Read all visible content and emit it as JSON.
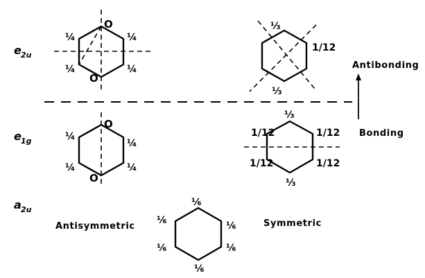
{
  "symmetry_labels": {
    "e2u": "e",
    "e2u_sub": "2u",
    "e1g": "e",
    "e1g_sub": "1g",
    "a2u": "a",
    "a2u_sub": "2u"
  },
  "column_labels": {
    "antisymmetric": "Antisymmetric",
    "symmetric": "Symmetric"
  },
  "energy_labels": {
    "antibonding": "Antibonding",
    "bonding": "Bonding"
  },
  "fractions": {
    "quarter": "¼",
    "third": "⅓",
    "sixth": "⅙",
    "twelfth": "1/12"
  },
  "node_marker": "O"
}
